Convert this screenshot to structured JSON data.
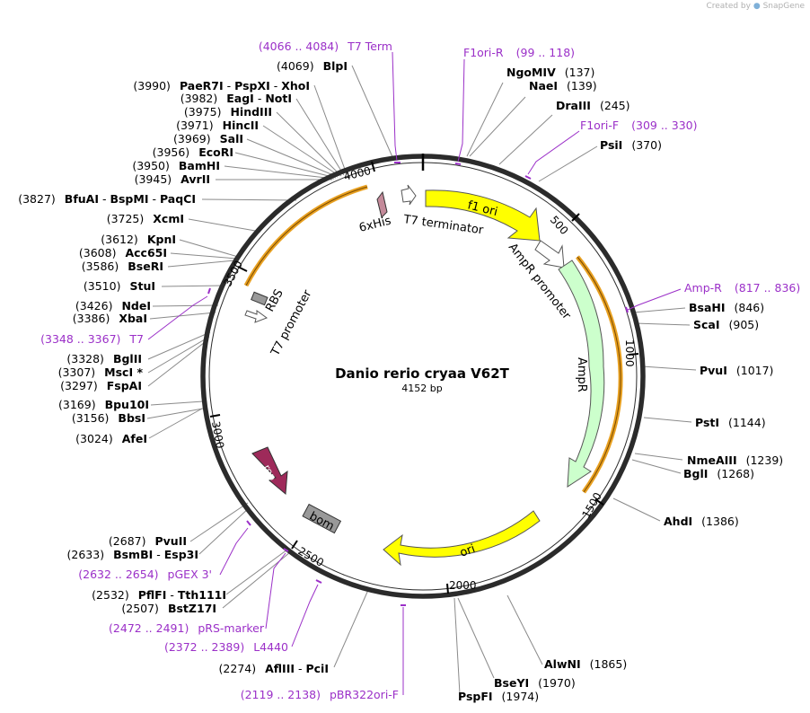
{
  "credit": {
    "prefix": "Created by",
    "brand": "SnapGene"
  },
  "plasmid": {
    "name": "Danio rerio cryaa V62T",
    "size": "4152 bp"
  },
  "ticks": [
    "500",
    "1000",
    "1500",
    "2000",
    "2500",
    "3000",
    "3500",
    "4000"
  ],
  "features": {
    "f1ori": "f1 ori",
    "ampr_promoter": "AmpR promoter",
    "ampr": "AmpR",
    "ori": "ori",
    "bom": "bom",
    "rop": "rop",
    "t7_promoter": "T7 promoter",
    "rbs": "RBS",
    "his": "6xHis",
    "t7_terminator": "T7 terminator"
  },
  "sites": {
    "s137": {
      "enz": "NgoMIV",
      "pos": "(137)"
    },
    "s139": {
      "enz": "NaeI",
      "pos": "(139)"
    },
    "s245": {
      "enz": "DraIII",
      "pos": "(245)"
    },
    "s370": {
      "enz": "PsiI",
      "pos": "(370)"
    },
    "s846": {
      "enz": "BsaHI",
      "pos": "(846)"
    },
    "s905": {
      "enz": "ScaI",
      "pos": "(905)"
    },
    "s1017": {
      "enz": "PvuI",
      "pos": "(1017)"
    },
    "s1144": {
      "enz": "PstI",
      "pos": "(1144)"
    },
    "s1239": {
      "enz": "NmeAIII",
      "pos": "(1239)"
    },
    "s1268": {
      "enz": "BglI",
      "pos": "(1268)"
    },
    "s1386": {
      "enz": "AhdI",
      "pos": "(1386)"
    },
    "s1865": {
      "enz": "AlwNI",
      "pos": "(1865)"
    },
    "s1970": {
      "enz": "BseYI",
      "pos": "(1970)"
    },
    "s1974": {
      "enz": "PspFI",
      "pos": "(1974)"
    },
    "s2274": {
      "pos": "(2274)",
      "enz": "AflIII",
      "sep": " - ",
      "enz2": "PciI"
    },
    "s2507": {
      "pos": "(2507)",
      "enz": "BstZ17I"
    },
    "s2532": {
      "pos": "(2532)",
      "enz": "PflFI",
      "sep": " - ",
      "enz2": "Tth111I"
    },
    "s2633": {
      "pos": "(2633)",
      "enz": "BsmBI",
      "sep": " - ",
      "enz2": "Esp3I"
    },
    "s2687": {
      "pos": "(2687)",
      "enz": "PvuII"
    },
    "s3024": {
      "pos": "(3024)",
      "enz": "AfeI"
    },
    "s3156": {
      "pos": "(3156)",
      "enz": "BbsI"
    },
    "s3169": {
      "pos": "(3169)",
      "enz": "Bpu10I"
    },
    "s3297": {
      "pos": "(3297)",
      "enz": "FspAI"
    },
    "s3307": {
      "pos": "(3307)",
      "enz": "MscI *"
    },
    "s3328": {
      "pos": "(3328)",
      "enz": "BglII"
    },
    "s3386": {
      "pos": "(3386)",
      "enz": "XbaI"
    },
    "s3426": {
      "pos": "(3426)",
      "enz": "NdeI"
    },
    "s3510": {
      "pos": "(3510)",
      "enz": "StuI"
    },
    "s3586": {
      "pos": "(3586)",
      "enz": "BseRI"
    },
    "s3608": {
      "pos": "(3608)",
      "enz": "Acc65I"
    },
    "s3612": {
      "pos": "(3612)",
      "enz": "KpnI"
    },
    "s3725": {
      "pos": "(3725)",
      "enz": "XcmI"
    },
    "s3827": {
      "pos": "(3827)",
      "enz": "BfuAI",
      "sep": " - ",
      "enz2": "BspMI",
      "sep2": " - ",
      "enz3": "PaqCI"
    },
    "s3945": {
      "pos": "(3945)",
      "enz": "AvrII"
    },
    "s3950": {
      "pos": "(3950)",
      "enz": "BamHI"
    },
    "s3956": {
      "pos": "(3956)",
      "enz": "EcoRI"
    },
    "s3969": {
      "pos": "(3969)",
      "enz": "SalI"
    },
    "s3971": {
      "pos": "(3971)",
      "enz": "HincII"
    },
    "s3975": {
      "pos": "(3975)",
      "enz": "HindIII"
    },
    "s3982": {
      "pos": "(3982)",
      "enz": "EagI",
      "sep": " - ",
      "enz2": "NotI"
    },
    "s3990": {
      "pos": "(3990)",
      "enz": "PaeR7I",
      "sep": " - ",
      "enz2": "PspXI",
      "sep2": " - ",
      "enz3": "XhoI"
    },
    "s4069": {
      "pos": "(4069)",
      "enz": "BlpI"
    }
  },
  "primers": {
    "t7term": {
      "range": "(4066 .. 4084)",
      "name": "T7 Term"
    },
    "f1orir": {
      "name": "F1ori-R",
      "range": "(99 .. 118)"
    },
    "f1orif": {
      "name": "F1ori-F",
      "range": "(309 .. 330)"
    },
    "ampr": {
      "name": "Amp-R",
      "range": "(817 .. 836)"
    },
    "t7": {
      "range": "(3348 .. 3367)",
      "name": "T7"
    },
    "pgex": {
      "range": "(2632 .. 2654)",
      "name": "pGEX 3'"
    },
    "prs": {
      "range": "(2472 .. 2491)",
      "name": "pRS-marker"
    },
    "l4440": {
      "range": "(2372 .. 2389)",
      "name": "L4440"
    },
    "pbr": {
      "range": "(2119 .. 2138)",
      "name": "pBR322ori-F"
    }
  },
  "colors": {
    "backbone": "#2b2b2b",
    "primer": "#9b30c8",
    "ori_yellow": "#ffff00",
    "ampr_green": "#ccffcc",
    "orf_orange": "#e8a020",
    "rop": "#9e2a5a",
    "bom": "#999999",
    "his": "#c48a9a"
  }
}
